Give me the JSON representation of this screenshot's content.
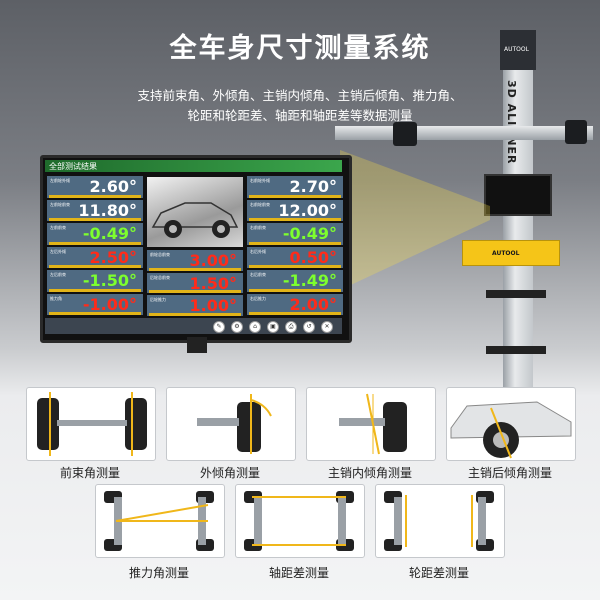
{
  "header": {
    "title": "全车身尺寸测量系统",
    "subtitle_line1": "支持前束角、外倾角、主销内倾角、主销后倾角、推力角、",
    "subtitle_line2": "轮距和轮距差、轴距和轴距差等数据测量"
  },
  "tower": {
    "logo": "AUTOOL",
    "label": "3D ALIGNER",
    "cabinet_logo": "AUTOOL"
  },
  "screen": {
    "header_label": "全部测试结果",
    "left_column": [
      {
        "label": "左前轮外倾",
        "value": "2.60°",
        "color": "wht"
      },
      {
        "label": "左前轮前束",
        "value": "11.80°",
        "color": "wht"
      },
      {
        "label": "左前前束",
        "value": "-0.49°",
        "color": "lime"
      },
      {
        "label": "左后外倾",
        "value": "2.50°",
        "color": "red"
      },
      {
        "label": "左后前束",
        "value": "-1.50°",
        "color": "lime"
      },
      {
        "label": "推力角",
        "value": "-1.00°",
        "color": "red"
      }
    ],
    "mid_column": [
      {
        "label": "前轮总前束",
        "value": "3.00°",
        "color": "red"
      },
      {
        "label": "后轮总前束",
        "value": "1.50°",
        "color": "red"
      },
      {
        "label": "后轮推力",
        "value": "1.00°",
        "color": "red"
      }
    ],
    "right_column": [
      {
        "label": "右前轮外倾",
        "value": "2.70°",
        "color": "wht"
      },
      {
        "label": "右前轮前束",
        "value": "12.00°",
        "color": "wht"
      },
      {
        "label": "右前前束",
        "value": "-0.49°",
        "color": "lime"
      },
      {
        "label": "右后外倾",
        "value": "0.50°",
        "color": "red"
      },
      {
        "label": "右后前束",
        "value": "-1.49°",
        "color": "lime"
      },
      {
        "label": "右后推力",
        "value": "2.00°",
        "color": "red"
      }
    ]
  },
  "measurements": [
    {
      "label": "前束角测量",
      "icon": "toe-angle-icon"
    },
    {
      "label": "外倾角测量",
      "icon": "camber-angle-icon"
    },
    {
      "label": "主销内倾角测量",
      "icon": "kingpin-inclination-icon"
    },
    {
      "label": "主销后倾角测量",
      "icon": "caster-angle-icon"
    },
    {
      "label": "推力角测量",
      "icon": "thrust-angle-icon"
    },
    {
      "label": "轴距差测量",
      "icon": "wheelbase-difference-icon"
    },
    {
      "label": "轮距差测量",
      "icon": "track-width-difference-icon"
    }
  ],
  "colors": {
    "accent_yellow": "#f0b71a",
    "panel_blue": "#4f6a82",
    "value_green": "#7dff2e",
    "value_red": "#ff2b1a"
  }
}
